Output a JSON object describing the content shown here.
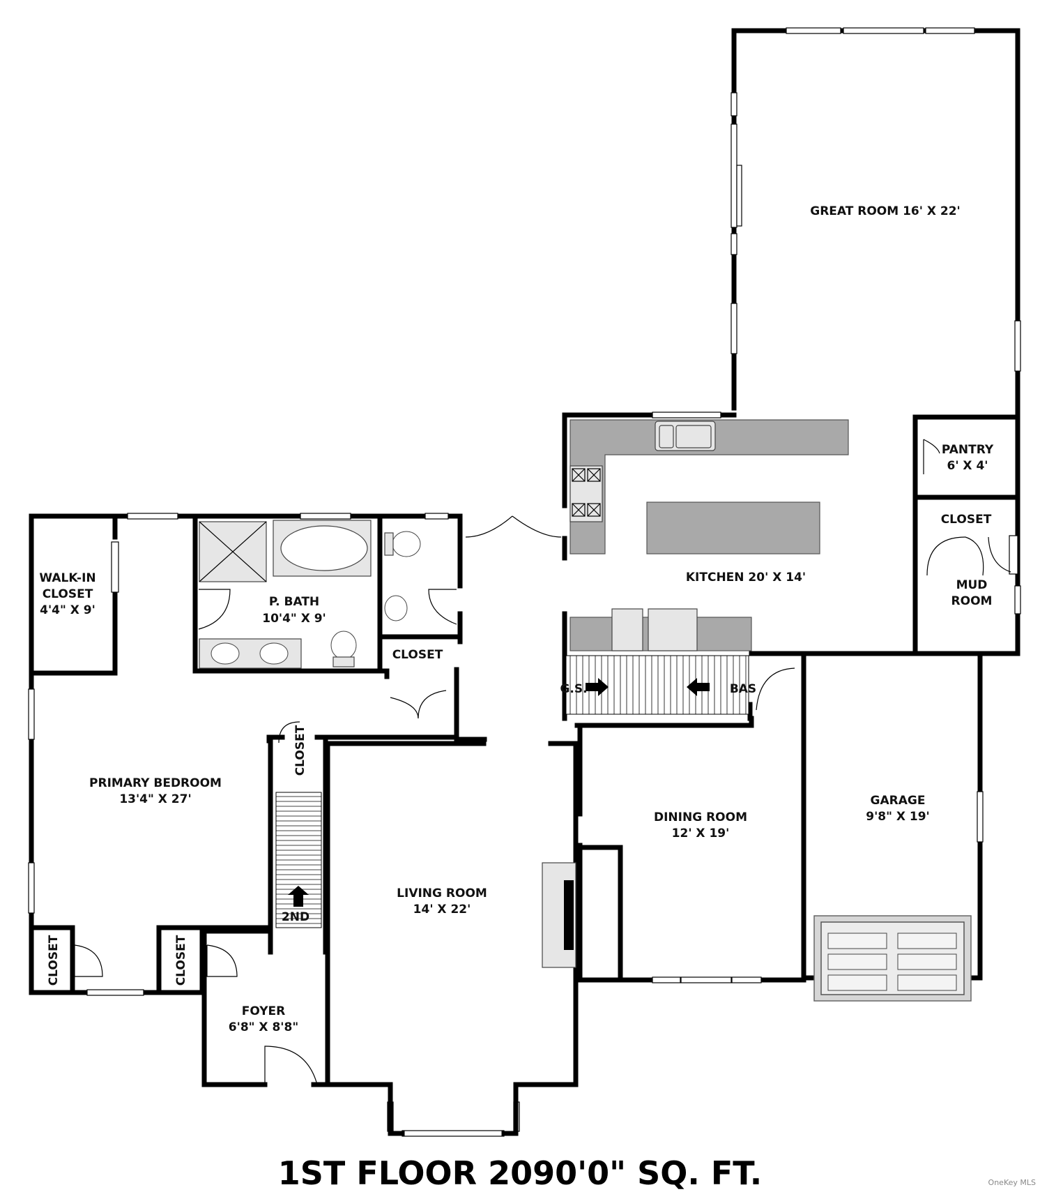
{
  "rooms": {
    "great_room": {
      "name": "GREAT ROOM 16' X 22'"
    },
    "pantry": {
      "name": "PANTRY",
      "size": "6' X 4'"
    },
    "closet_mud": {
      "name": "CLOSET"
    },
    "mud_room": {
      "name": "MUD",
      "name2": "ROOM"
    },
    "kitchen": {
      "name": "KITCHEN 20' X 14'"
    },
    "walk_in_closet": {
      "name": "WALK-IN",
      "name2": "CLOSET",
      "size": "4'4\" X 9'"
    },
    "p_bath": {
      "name": "P. BATH",
      "size": "10'4\" X 9'"
    },
    "closet_hall": {
      "name": "CLOSET"
    },
    "primary_bedroom": {
      "name": "PRIMARY BEDROOM",
      "size": "13'4\" X 27'"
    },
    "closet_stair": {
      "name": "CLOSET"
    },
    "living_room": {
      "name": "LIVING ROOM",
      "size": "14' X 22'"
    },
    "dining_room": {
      "name": "DINING ROOM",
      "size": "12' X 19'"
    },
    "garage": {
      "name": "GARAGE",
      "size": "9'8\" X 19'"
    },
    "closet_bed_left": {
      "name": "CLOSET"
    },
    "closet_bed_right": {
      "name": "CLOSET"
    },
    "foyer": {
      "name": "FOYER",
      "size": "6'8\" X 8'8\""
    }
  },
  "stairs": {
    "up_label": "2ND",
    "garage_side_label": "G.S.",
    "basement_label": "BAS"
  },
  "footer": {
    "title": "1ST FLOOR 2090'0\" SQ. FT.",
    "watermark": "OneKey MLS"
  }
}
